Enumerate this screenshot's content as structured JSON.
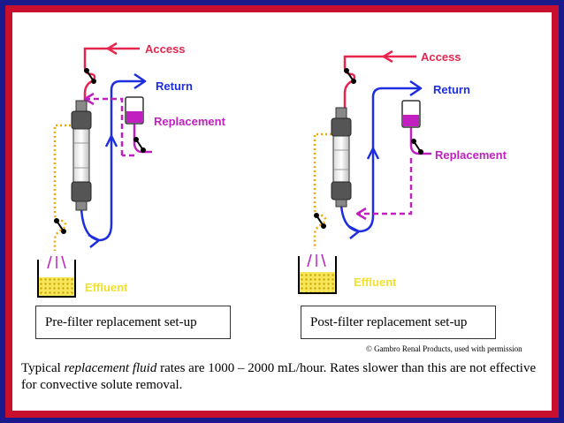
{
  "colors": {
    "access": "#e8254e",
    "return": "#1d2ee0",
    "replacement": "#c020c0",
    "effluent": "#f0a800",
    "effluent_label": "#f2e12a"
  },
  "left": {
    "access_label": "Access",
    "return_label": "Return",
    "replacement_label": "Replacement",
    "effluent_label": "Effluent",
    "caption": "Pre-filter replacement set-up"
  },
  "right": {
    "access_label": "Access",
    "return_label": "Return",
    "replacement_label": "Replacement",
    "effluent_label": "Effluent",
    "caption": "Post-filter replacement set-up"
  },
  "copyright": "© Gambro Renal Products, used with permission",
  "bottom": {
    "part1": "Typical ",
    "emphasis": "replacement fluid",
    "part2": " rates are 1000 – 2000 mL/hour. Rates slower than this are not effective for convective solute removal."
  }
}
